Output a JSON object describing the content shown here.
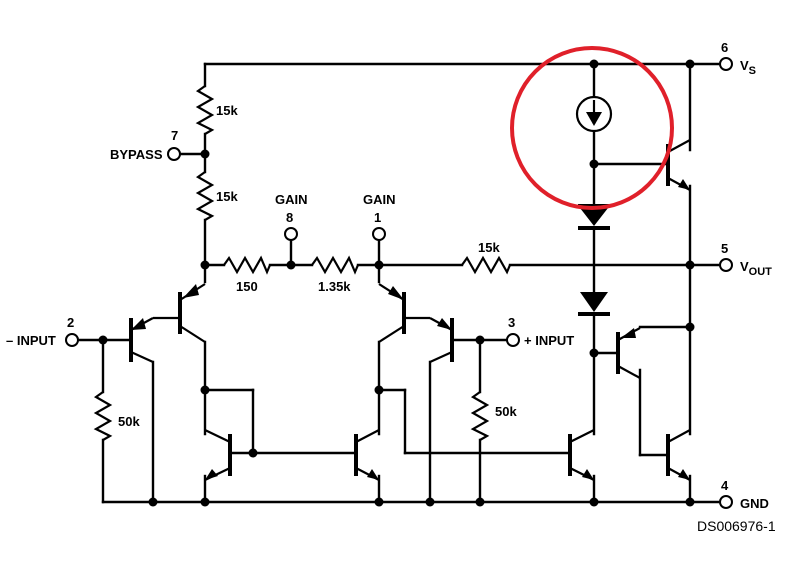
{
  "pins": {
    "vs": {
      "number": "6",
      "label": "V",
      "sub": "S"
    },
    "vout": {
      "number": "5",
      "label": "V",
      "sub": "OUT"
    },
    "gnd": {
      "number": "4",
      "label": "GND"
    },
    "bypass": {
      "number": "7",
      "label": "BYPASS"
    },
    "gain8": {
      "number": "8",
      "label": "GAIN"
    },
    "gain1": {
      "number": "1",
      "label": "GAIN"
    },
    "minus_in": {
      "number": "2",
      "label": "– INPUT"
    },
    "plus_in": {
      "number": "3",
      "label": "+ INPUT"
    }
  },
  "resistors": {
    "r_top": "15k",
    "r_mid": "15k",
    "r_150": "150",
    "r_135": "1.35k",
    "r_fb": "15k",
    "r_in_minus": "50k",
    "r_in_plus": "50k"
  },
  "reference": "DS006976-1",
  "highlight": {
    "color": "#e0202a"
  }
}
